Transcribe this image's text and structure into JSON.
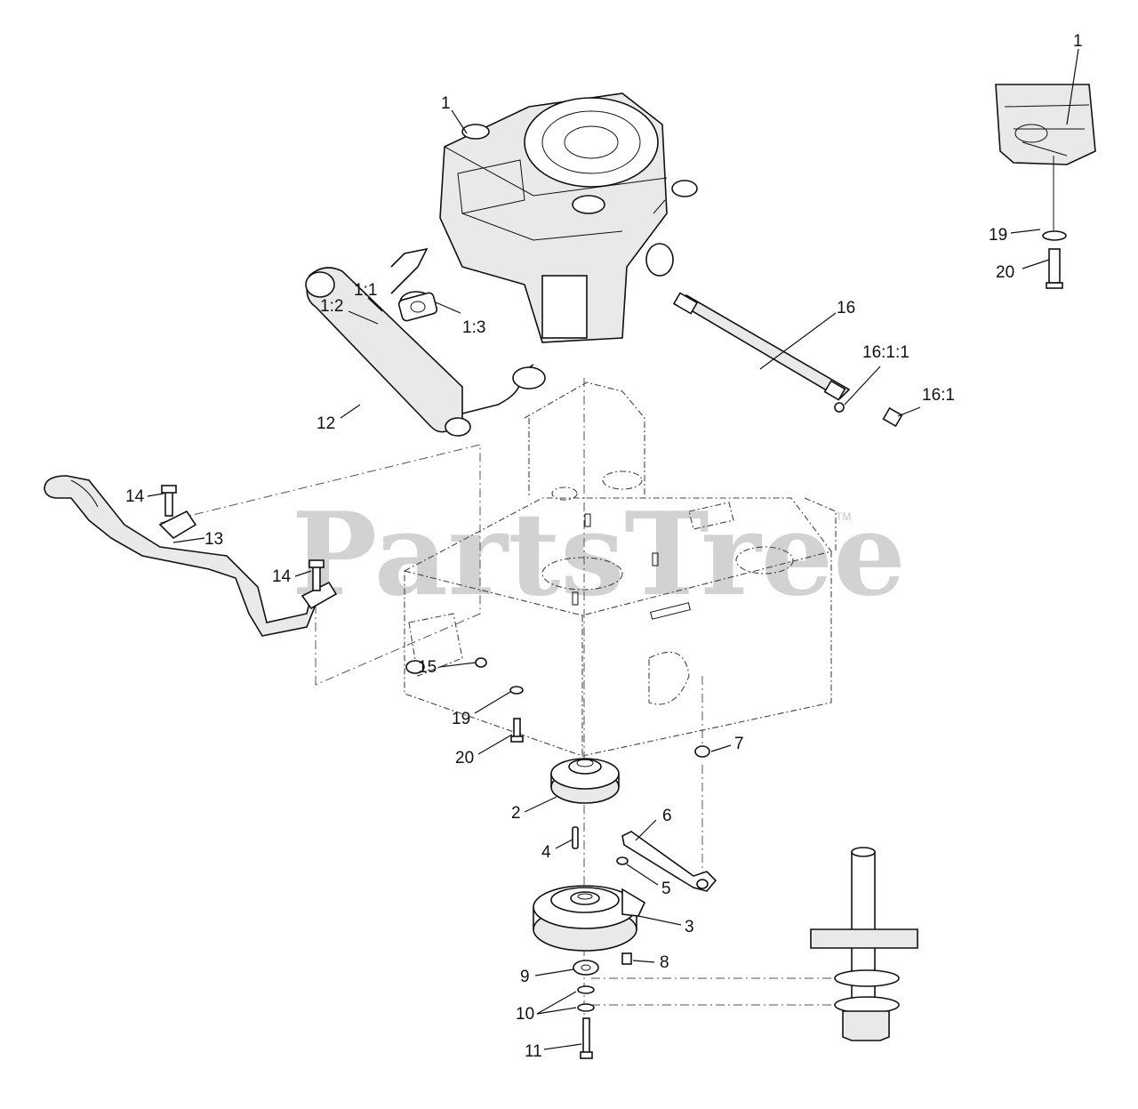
{
  "watermark": {
    "text": "PartsTree",
    "trademark": "TM"
  },
  "callouts": [
    {
      "id": "1",
      "label": "1"
    },
    {
      "id": "1-1",
      "label": "1:1"
    },
    {
      "id": "1-2",
      "label": "1:2"
    },
    {
      "id": "1-3",
      "label": "1:3"
    },
    {
      "id": "2",
      "label": "2"
    },
    {
      "id": "3",
      "label": "3"
    },
    {
      "id": "4",
      "label": "4"
    },
    {
      "id": "5",
      "label": "5"
    },
    {
      "id": "6",
      "label": "6"
    },
    {
      "id": "7",
      "label": "7"
    },
    {
      "id": "8",
      "label": "8"
    },
    {
      "id": "9",
      "label": "9"
    },
    {
      "id": "10",
      "label": "10"
    },
    {
      "id": "11",
      "label": "11"
    },
    {
      "id": "12",
      "label": "12"
    },
    {
      "id": "13",
      "label": "13"
    },
    {
      "id": "14a",
      "label": "14"
    },
    {
      "id": "14b",
      "label": "14"
    },
    {
      "id": "15",
      "label": "15"
    },
    {
      "id": "16",
      "label": "16"
    },
    {
      "id": "16-1",
      "label": "16:1"
    },
    {
      "id": "16-1-1",
      "label": "16:1:1"
    },
    {
      "id": "19a",
      "label": "19"
    },
    {
      "id": "20a",
      "label": "20"
    },
    {
      "id": "1-inset",
      "label": "1"
    },
    {
      "id": "19-inset",
      "label": "19"
    },
    {
      "id": "20-inset",
      "label": "20"
    }
  ]
}
